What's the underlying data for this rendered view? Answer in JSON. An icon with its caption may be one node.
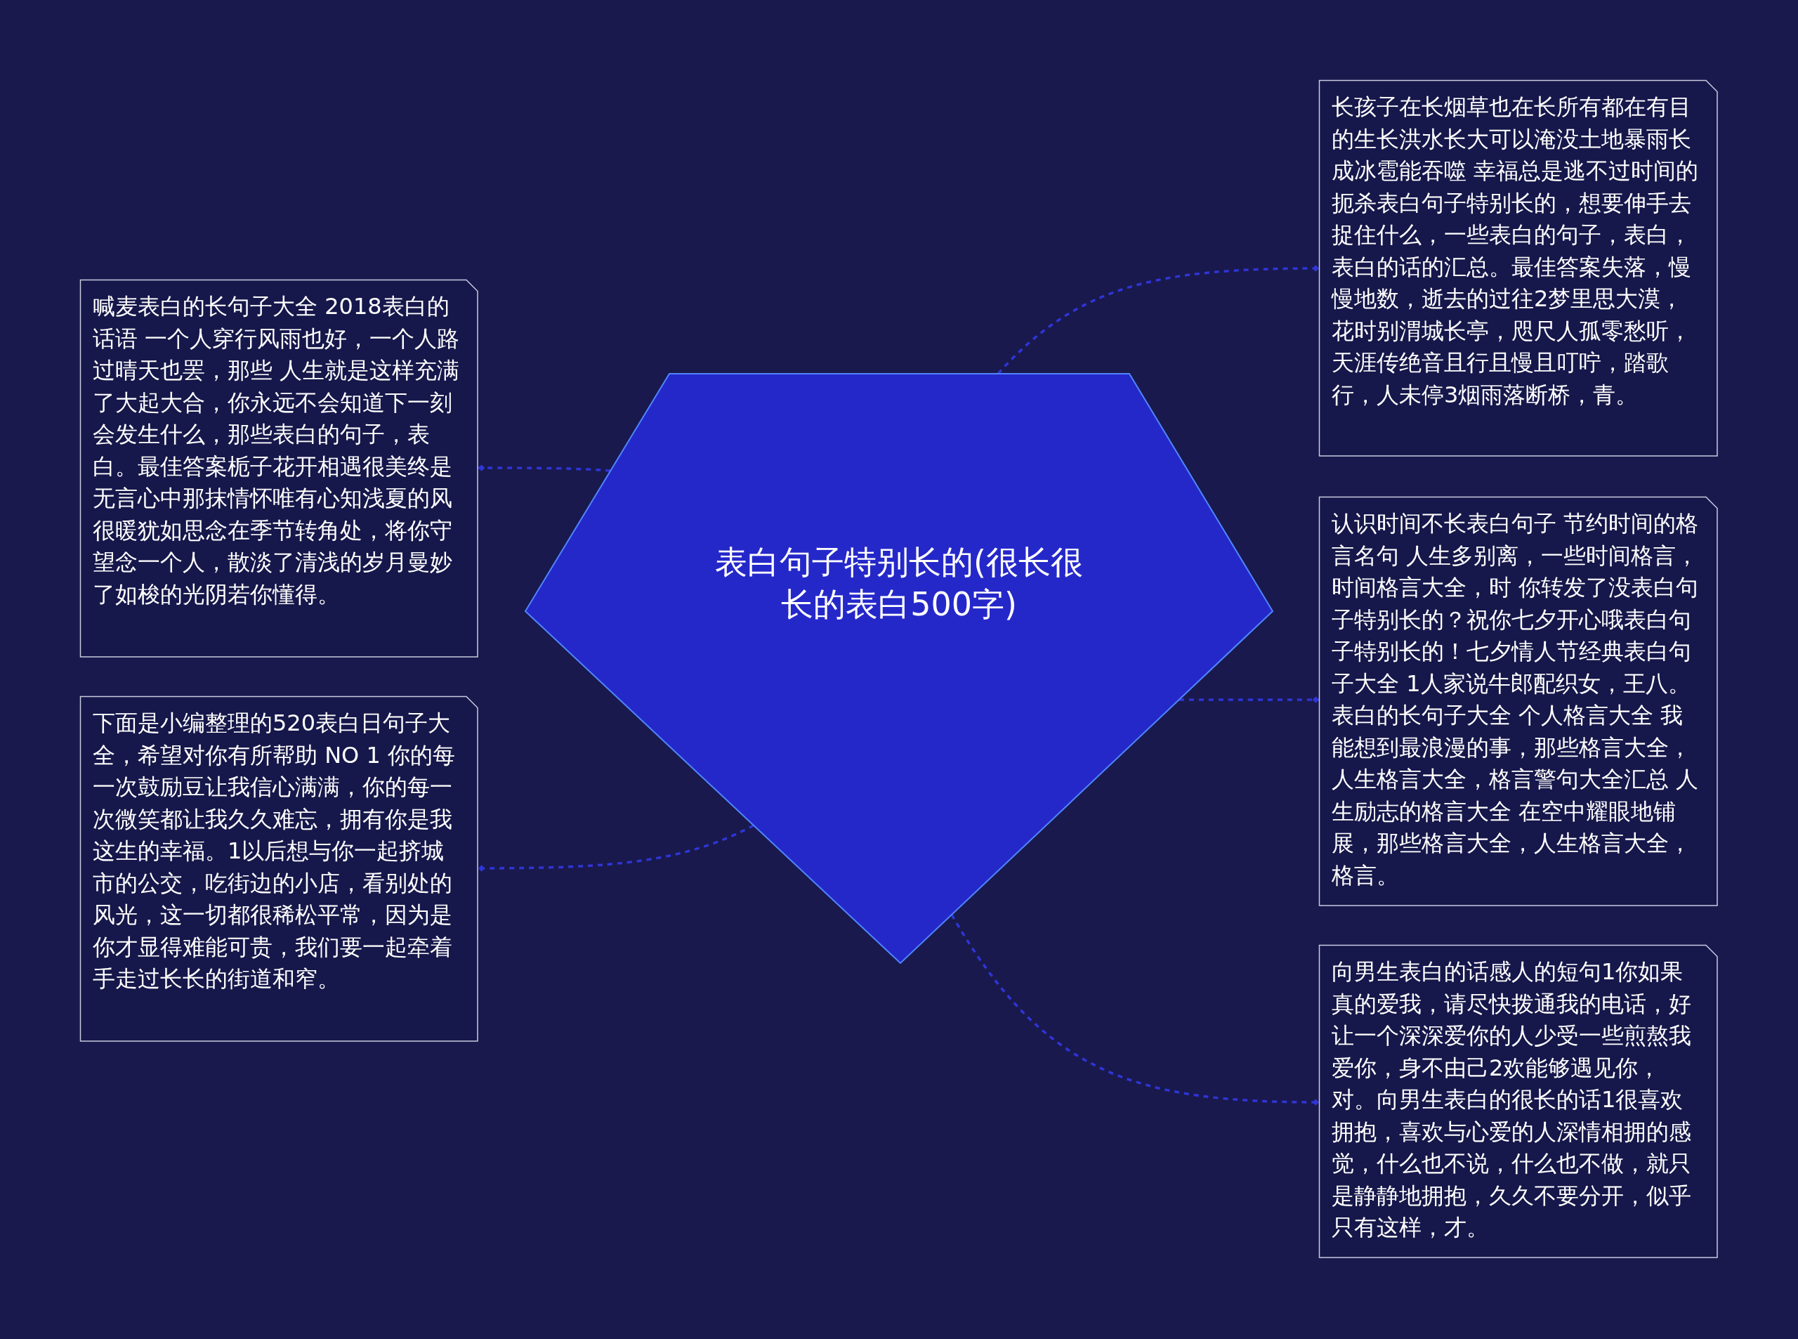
{
  "diagram": {
    "nodes": [
      {
        "text": [
          "表白句子特别长的(很长很长的表白500字)"
        ]
      },
      {
        "text": [
          "喊麦表白的长句子大全 2018表白的话语 一个人穿行风雨也好，一个人路过晴天也罢，那些 人生就是这样充满了大起大合，你永远不会知道下一刻会发生什么，那些表白的句子，表白。最佳答案栀子花开相遇很美终是无言心中那抹情怀唯有心知浅夏的风很暖犹如思念在季节转角处，将你守望念一个人，散淡了清浅的岁月曼妙了如梭的光阴若你懂得。"
        ]
      },
      {
        "text": [
          "下面是小编整理的520表白日句子大全，希望对你有所帮助 NO 1 你的每一次鼓励豆让我信心满满，你的每一次微笑都让我久久难忘，拥有你是我这生的幸福。1以后想与你一起挤城市的公交，吃街边的小店，看别处的风光，这一切都很稀松平常，因为是你才显得难能可贵，我们要一起牵着手走过长长的街道和窄。"
        ]
      },
      {
        "text": [
          "长孩子在长烟草也在长所有都在有目的生长洪水长大可以淹没土地暴雨长成冰雹能吞噬 幸福总是逃不过时间的扼杀表白句子特别长的，想要伸手去捉住什么，一些表白的句子，表白，表白的话的汇总。最佳答案失落，慢慢地数，逝去的过往2梦里思大漠，花时别渭城长亭，咫尺人孤零愁听，天涯传绝音且行且慢且叮咛，踏歌行，人未停3烟雨落断桥，青。"
        ]
      },
      {
        "text": [
          "认识时间不长表白句子 节约时间的格言名句 人生多别离，一些时间格言，时间格言大全，时 你转发了没表白句子特别长的？祝你七夕开心哦表白句子特别长的！七夕情人节经典表白句子大全 1人家说牛郎配织女，王八。表白的长句子大全 个人格言大全 我能想到最浪漫的事，那些格言大全，人生格言大全，格言警句大全汇总 人生励志的格言大全 在空中耀眼地铺展，那些格言大全，人生格言大全，格言。"
        ]
      },
      {
        "text": [
          "向男生表白的话感人的短句1你如果真的爱我，请尽快拨通我的电话，好让一个深深爱你的人少受一些煎熬我爱你，身不由己2欢能够遇见你，对。向男生表白的很长的话1很喜欢拥抱，喜欢与心爱的人深情相拥的感觉，什么也不说，什么也不做，就只是静静地拥抱，久久不要分开，似乎只有这样，才。"
        ]
      }
    ],
    "edges": [
      {
        "from": 0,
        "to": 1,
        "arrow": "other",
        "style": "dashed"
      },
      {
        "from": 0,
        "to": 2,
        "arrow": "other",
        "style": "dashed"
      },
      {
        "from": 0,
        "to": 3,
        "arrow": "other",
        "style": "dashed"
      },
      {
        "from": 0,
        "to": 4,
        "arrow": "other",
        "style": "dashed"
      },
      {
        "from": 0,
        "to": 5,
        "arrow": "other",
        "style": "dashed"
      }
    ]
  }
}
